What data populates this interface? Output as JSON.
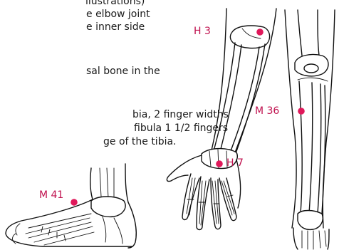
{
  "description_lines": [
    "llustrations)",
    "e elbow joint",
    "e inner side",
    "sal bone in the",
    "bia, 2 finger widths",
    "fibula 1 1/2 fingers",
    "ge of the tibia."
  ],
  "points": [
    {
      "label": "H 3",
      "color": "#e0185a"
    },
    {
      "label": "M 36",
      "color": "#e0185a"
    },
    {
      "label": "H 7",
      "color": "#e0185a"
    },
    {
      "label": "M 41",
      "color": "#e0185a"
    }
  ]
}
